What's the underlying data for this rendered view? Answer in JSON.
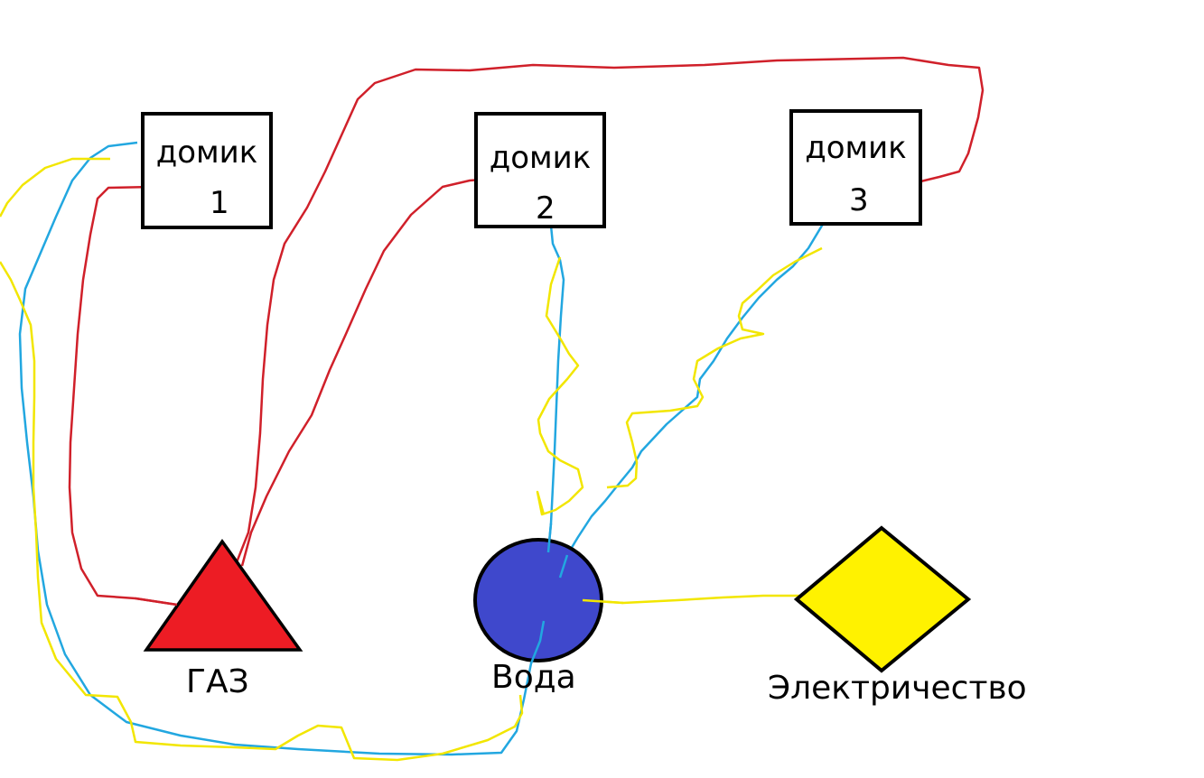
{
  "houses": [
    {
      "word": "домик",
      "number": "1"
    },
    {
      "word": "домик",
      "number": "2"
    },
    {
      "word": "домик",
      "number": "3"
    }
  ],
  "utilities": {
    "gas": {
      "label": "ГАЗ",
      "color": "#ed1c24"
    },
    "water": {
      "label": "Вода",
      "color": "#3f48cc"
    },
    "electricity": {
      "label": "Электричество",
      "color": "#fff200"
    }
  },
  "line_colors": {
    "gas": "#d0202a",
    "water": "#22a7e0",
    "electricity": "#f2e600"
  }
}
